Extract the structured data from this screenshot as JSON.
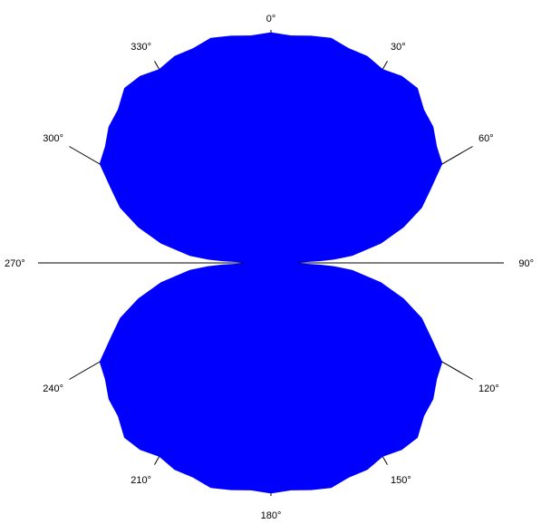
{
  "chart_data": {
    "type": "polar-area",
    "title": "",
    "angle_direction": "clockwise",
    "zero_at": "top",
    "angle_tick_labels": [
      "0°",
      "30°",
      "60°",
      "90°",
      "120°",
      "150°",
      "180°",
      "210°",
      "240°",
      "270°",
      "300°",
      "330°"
    ],
    "angle_ticks_deg": [
      0,
      30,
      60,
      90,
      120,
      150,
      180,
      210,
      240,
      270,
      300,
      330
    ],
    "radial_range": [
      0,
      1
    ],
    "grid": false,
    "series": [
      {
        "color": "#0000ff",
        "angles_deg": [
          0,
          5,
          10,
          15,
          20,
          25,
          30,
          35,
          40,
          45,
          50,
          55,
          60,
          65,
          70,
          75,
          80,
          85,
          87,
          88,
          89,
          90
        ],
        "values": [
          0.99,
          0.98,
          0.99,
          1.0,
          0.98,
          0.98,
          0.96,
          0.98,
          0.98,
          0.93,
          0.91,
          0.87,
          0.85,
          0.76,
          0.69,
          0.59,
          0.48,
          0.35,
          0.27,
          0.21,
          0.13,
          0.11
        ]
      }
    ]
  }
}
